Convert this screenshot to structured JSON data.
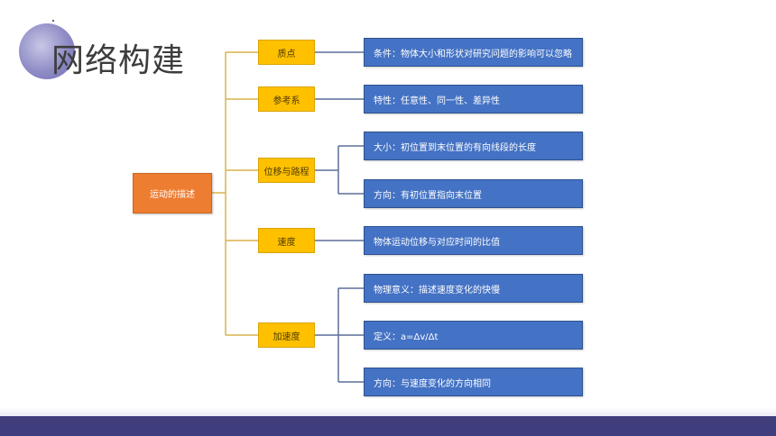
{
  "page": {
    "title": "网络构建"
  },
  "mindmap": {
    "root": "运动的描述",
    "branches": [
      {
        "label": "质点",
        "details": [
          "条件：物体大小和形状对研究问题的影响可以忽略"
        ]
      },
      {
        "label": "参考系",
        "details": [
          "特性：任意性、同一性、差异性"
        ]
      },
      {
        "label": "位移与路程",
        "details": [
          "大小：初位置到末位置的有向线段的长度",
          "方向：有初位置指向末位置"
        ]
      },
      {
        "label": "速度",
        "details": [
          "物体运动位移与对应时间的比值"
        ]
      },
      {
        "label": "加速度",
        "details": [
          "物理意义：描述速度变化的快慢",
          "定义：a=Δv/Δt",
          "方向：与速度变化的方向相同"
        ]
      }
    ]
  },
  "colors": {
    "root": "#ed7d31",
    "branch": "#ffc000",
    "detail": "#4472c4",
    "branch_line": "#d9b24a",
    "detail_line": "#5b6f98",
    "footer": "#3f3d7c"
  }
}
